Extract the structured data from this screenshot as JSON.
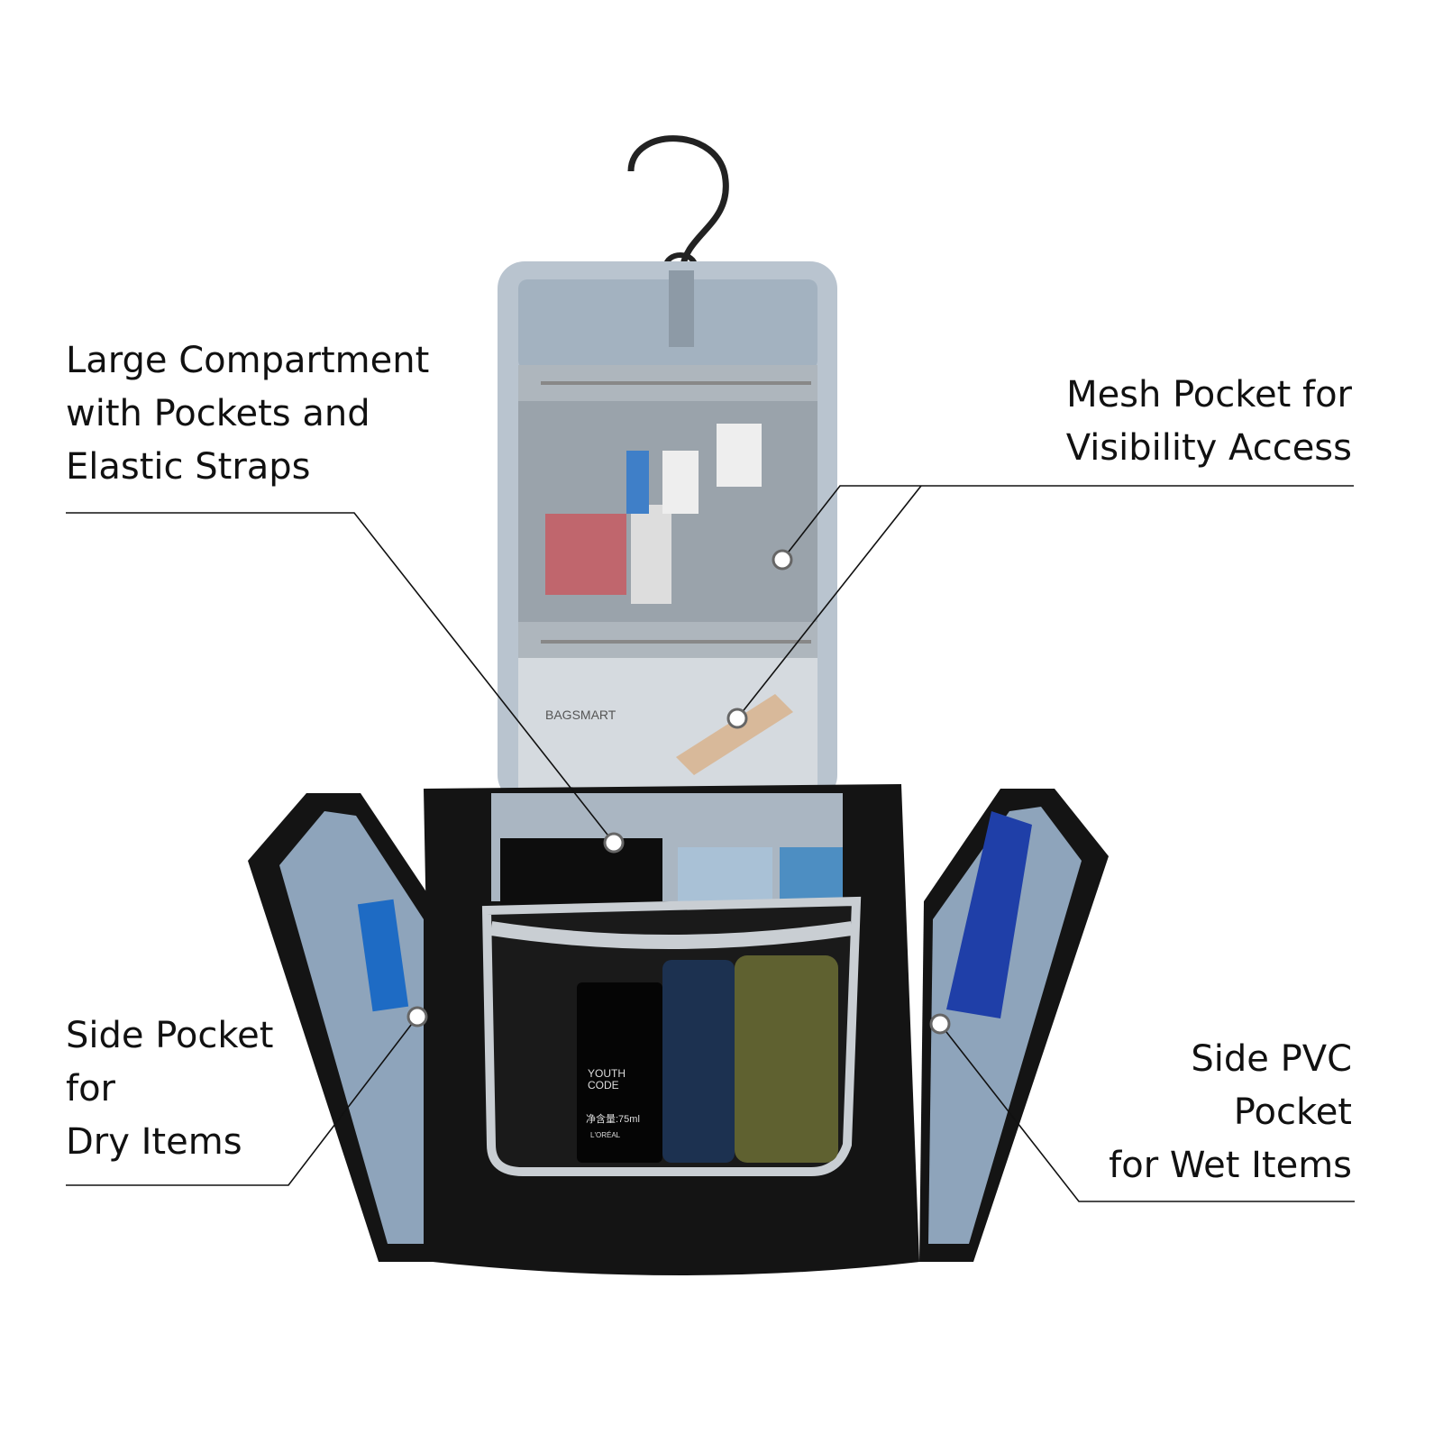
{
  "callouts": {
    "large_compartment": [
      "Large Compartment",
      "with Pockets and",
      "Elastic Straps"
    ],
    "mesh_pocket": [
      "Mesh Pocket for",
      "Visibility Access"
    ],
    "side_pocket": [
      "Side Pocket",
      "for",
      "Dry Items"
    ],
    "side_pvc": [
      "Side PVC",
      "Pocket",
      "for Wet Items"
    ]
  },
  "product_lettering": {
    "brand": "BAGSMART",
    "bottle_1": [
      "YOUTH",
      "CODE"
    ],
    "bottle_1_volume": "净含量:75ml",
    "bottle_1_brand": "L'ORÉAL"
  },
  "colors": {
    "bag_body": "#141414",
    "lining": "#9fb0c0",
    "trim": "#c9ced3",
    "towel": "#1f3fa8",
    "callout_line": "#111111"
  }
}
